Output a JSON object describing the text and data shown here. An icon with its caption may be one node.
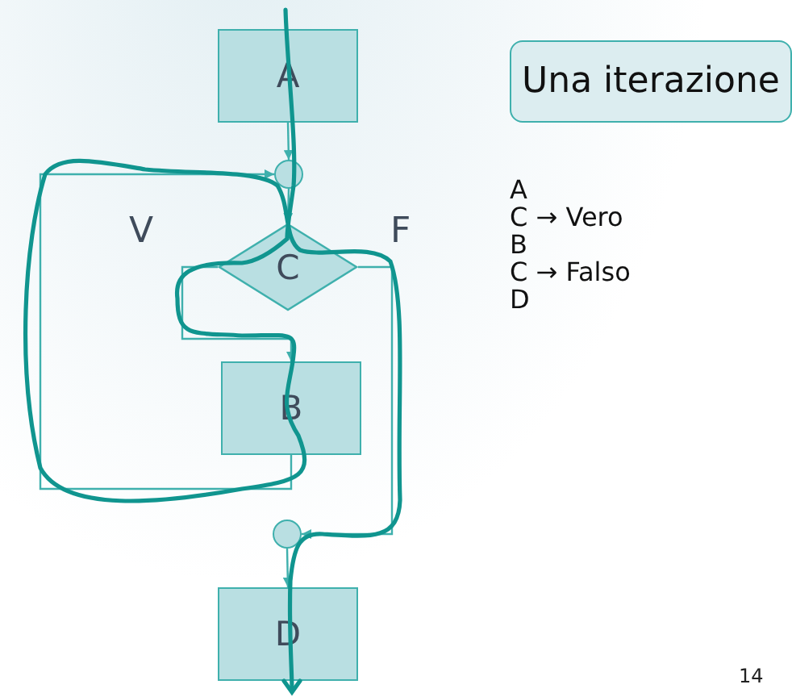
{
  "diagram": {
    "nodes": [
      {
        "text": [
          "A"
        ]
      },
      {
        "text": [],
        "shape": "circle"
      },
      {
        "text": [
          "C"
        ]
      },
      {
        "text": [
          "B"
        ]
      },
      {
        "text": [],
        "shape": "circle"
      },
      {
        "text": [
          "D"
        ]
      },
      {
        "text": [
          "Una iterazione"
        ]
      }
    ],
    "edges": [
      {
        "from": 0,
        "to": 1,
        "arrow": "to"
      },
      {
        "from": 1,
        "to": 2,
        "arrow": "to"
      },
      {
        "from": 2,
        "to": 3,
        "arrow": "to"
      },
      {
        "from": 3,
        "to": 1,
        "arrow": "to"
      },
      {
        "from": 2,
        "to": 4,
        "arrow": "to"
      },
      {
        "from": 4,
        "to": 5,
        "arrow": "to"
      }
    ],
    "labels": [
      "V",
      "F",
      "A",
      "C → Vero",
      "B",
      "C → Falso",
      "D",
      "14"
    ]
  }
}
